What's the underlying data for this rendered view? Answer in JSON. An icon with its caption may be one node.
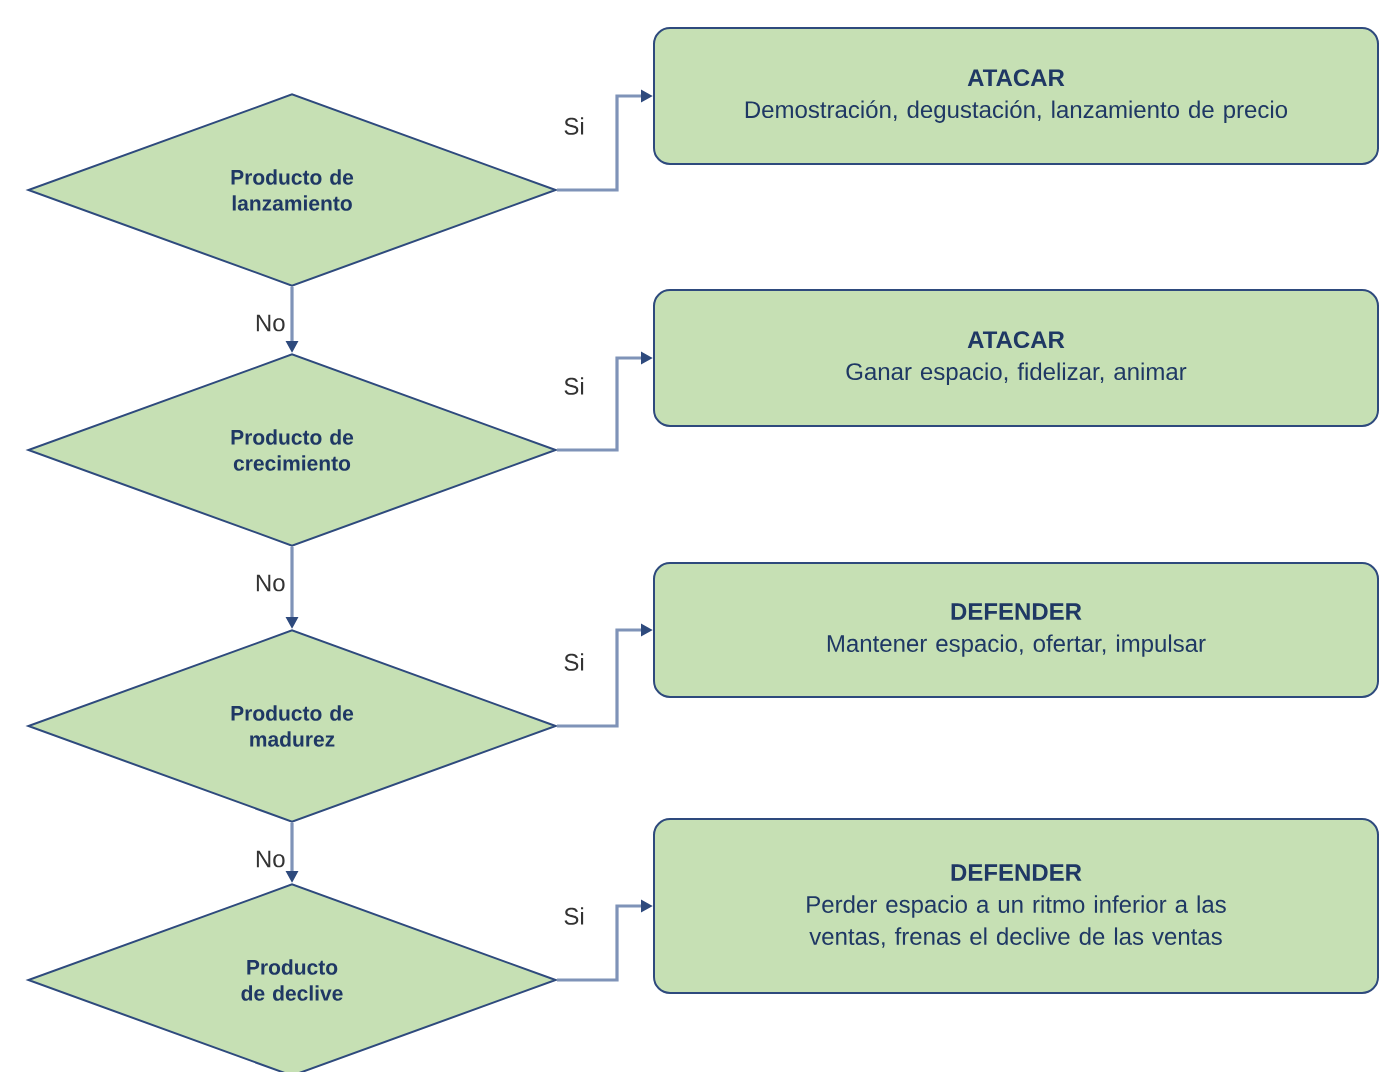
{
  "diagram": {
    "nodes": [
      {
        "text": [
          "Producto de lanzamiento"
        ]
      },
      {
        "text": [
          "ATACAR",
          "Demostración, degustación, lanzamiento de precio"
        ]
      },
      {
        "text": [
          "Producto de crecimiento"
        ]
      },
      {
        "text": [
          "ATACAR",
          "Ganar espacio, fidelizar, animar"
        ]
      },
      {
        "text": [
          "Producto de madurez"
        ]
      },
      {
        "text": [
          "DEFENDER",
          "Mantener espacio, ofertar, impulsar"
        ]
      },
      {
        "text": [
          "Producto de declive"
        ]
      },
      {
        "text": [
          "DEFENDER",
          "Perder espacio a un ritmo inferior a las ventas, frenas el declive de las ventas"
        ]
      }
    ],
    "edges": [
      {
        "from": 0,
        "to": 1,
        "arrow": "to",
        "label": "Si"
      },
      {
        "from": 0,
        "to": 2,
        "arrow": "to",
        "label": "No"
      },
      {
        "from": 2,
        "to": 3,
        "arrow": "to",
        "label": "Si"
      },
      {
        "from": 2,
        "to": 4,
        "arrow": "to",
        "label": "No"
      },
      {
        "from": 4,
        "to": 5,
        "arrow": "to",
        "label": "Si"
      },
      {
        "from": 4,
        "to": 6,
        "arrow": "to",
        "label": "No"
      },
      {
        "from": 6,
        "to": 7,
        "arrow": "to",
        "label": "Si"
      }
    ]
  }
}
